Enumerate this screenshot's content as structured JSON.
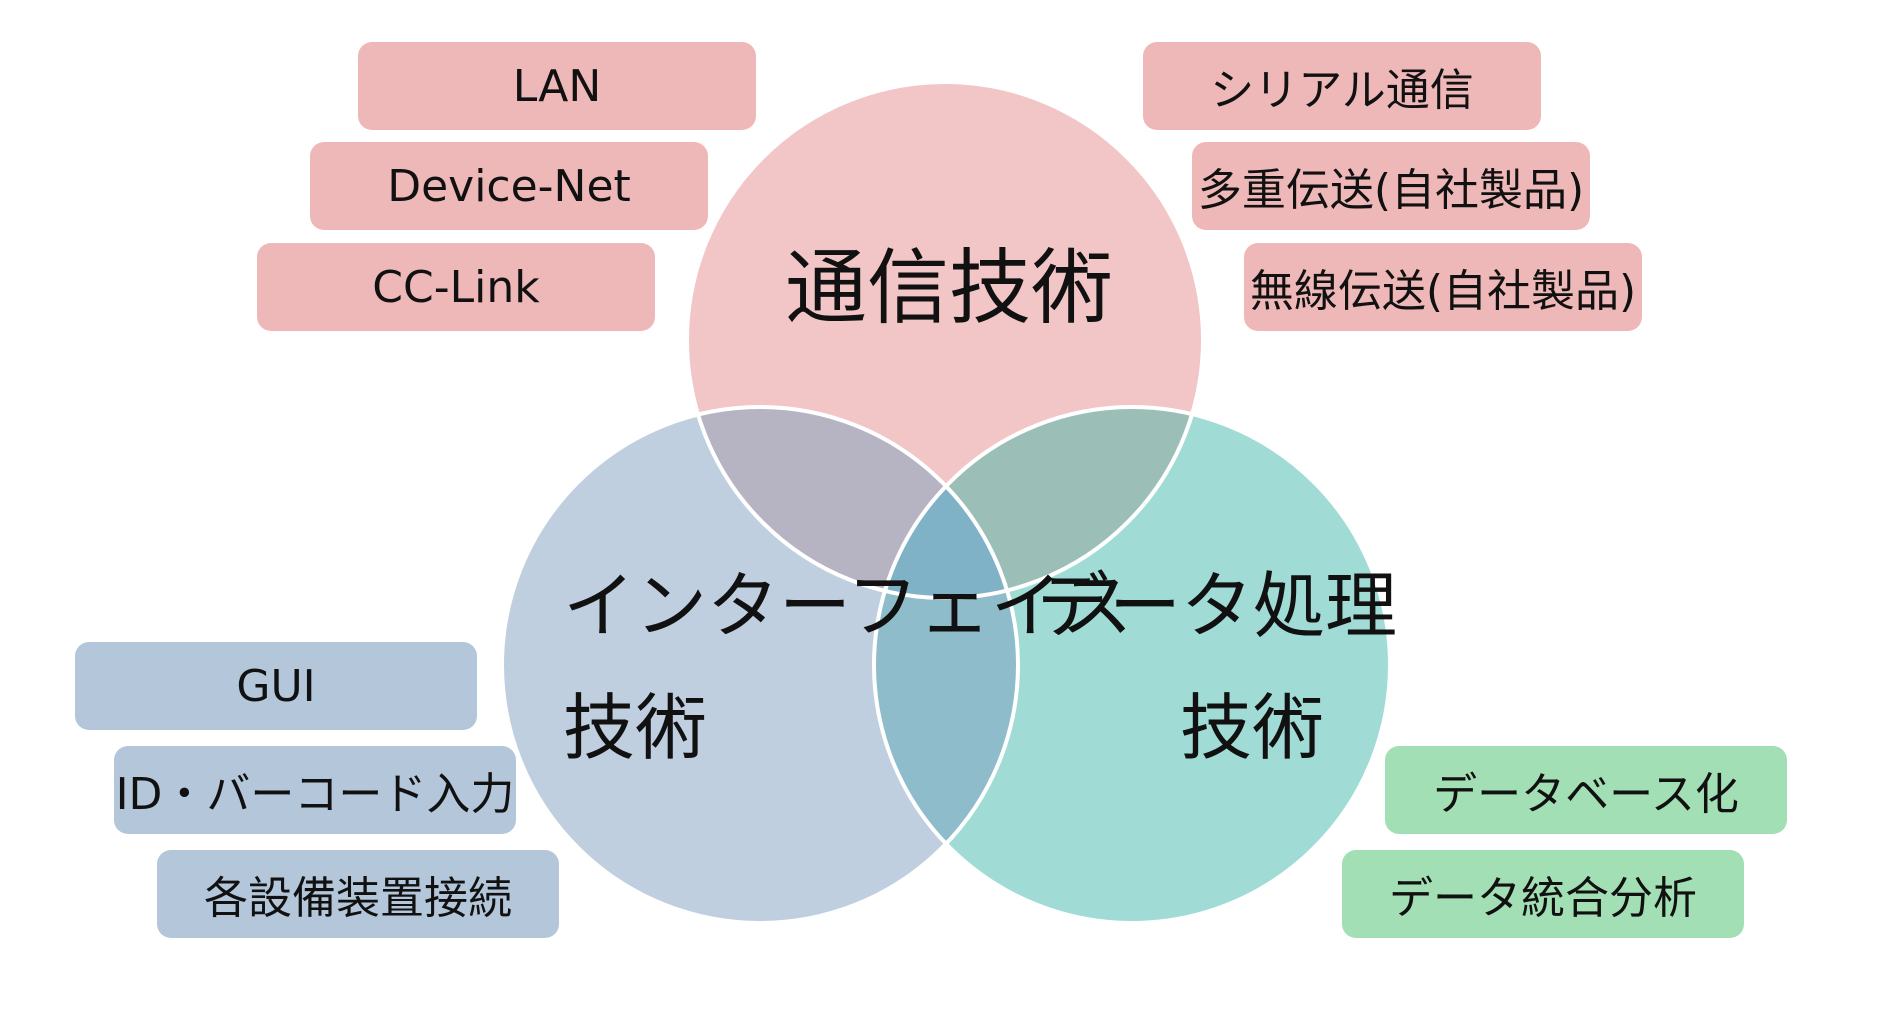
{
  "colors": {
    "comm_circle": "#f2c6c6",
    "ui_circle": "#bfcfdf",
    "data_circle": "#a0dcd5",
    "overlap_comm_ui": "#b6b3c3",
    "overlap_comm_data": "#9bbfb6",
    "overlap_ui_data": "#8fbccb",
    "overlap_all": "#7fb2c7",
    "comm_tag": "#efb8b8",
    "ui_tag": "#b3c6da",
    "data_tag": "#a3dfb4"
  },
  "circles": {
    "comm": {
      "label": "通信技術"
    },
    "ui": {
      "label_line1": "インターフェイス",
      "label_line2": "技術"
    },
    "data": {
      "label_line1": "データ処理",
      "label_line2": "技術"
    }
  },
  "tags": {
    "comm_left": [
      "LAN",
      "Device-Net",
      "CC-Link"
    ],
    "comm_right": [
      "シリアル通信",
      "多重伝送(自社製品)",
      "無線伝送(自社製品)"
    ],
    "ui": [
      "GUI",
      "ID・バーコード入力",
      "各設備装置接続"
    ],
    "data": [
      "データベース化",
      "データ統合分析"
    ]
  }
}
